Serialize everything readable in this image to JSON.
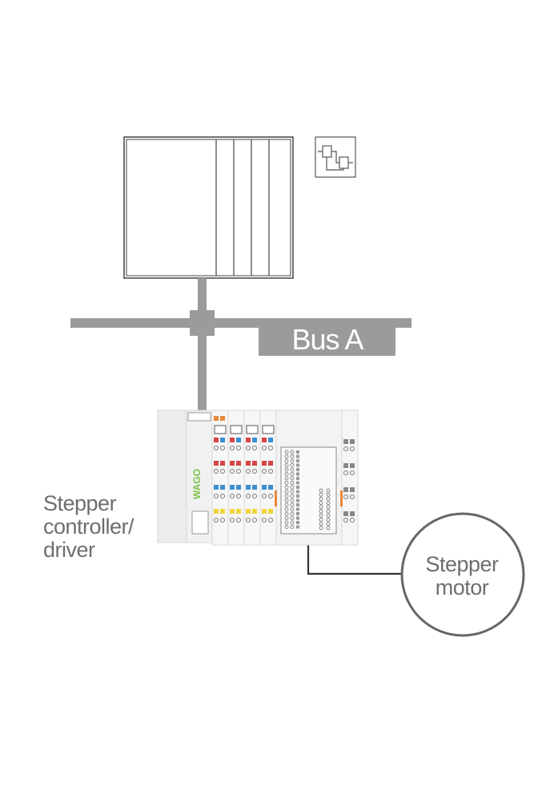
{
  "bus": {
    "label": "Bus A"
  },
  "controller": {
    "line1": "Stepper",
    "line2": "controller/",
    "line3": "driver"
  },
  "motor": {
    "line1": "Stepper",
    "line2": "motor"
  },
  "colors": {
    "bus_gray": "#9b9b9b",
    "label_gray": "#6e6e6e",
    "line_dark": "#333333",
    "module_body": "#ececec",
    "terminal_red": "#d64545",
    "terminal_blue": "#3a8fd0",
    "terminal_yellow": "#f2d43a",
    "terminal_orange": "#e8873a",
    "brand_green": "#7bc143"
  }
}
